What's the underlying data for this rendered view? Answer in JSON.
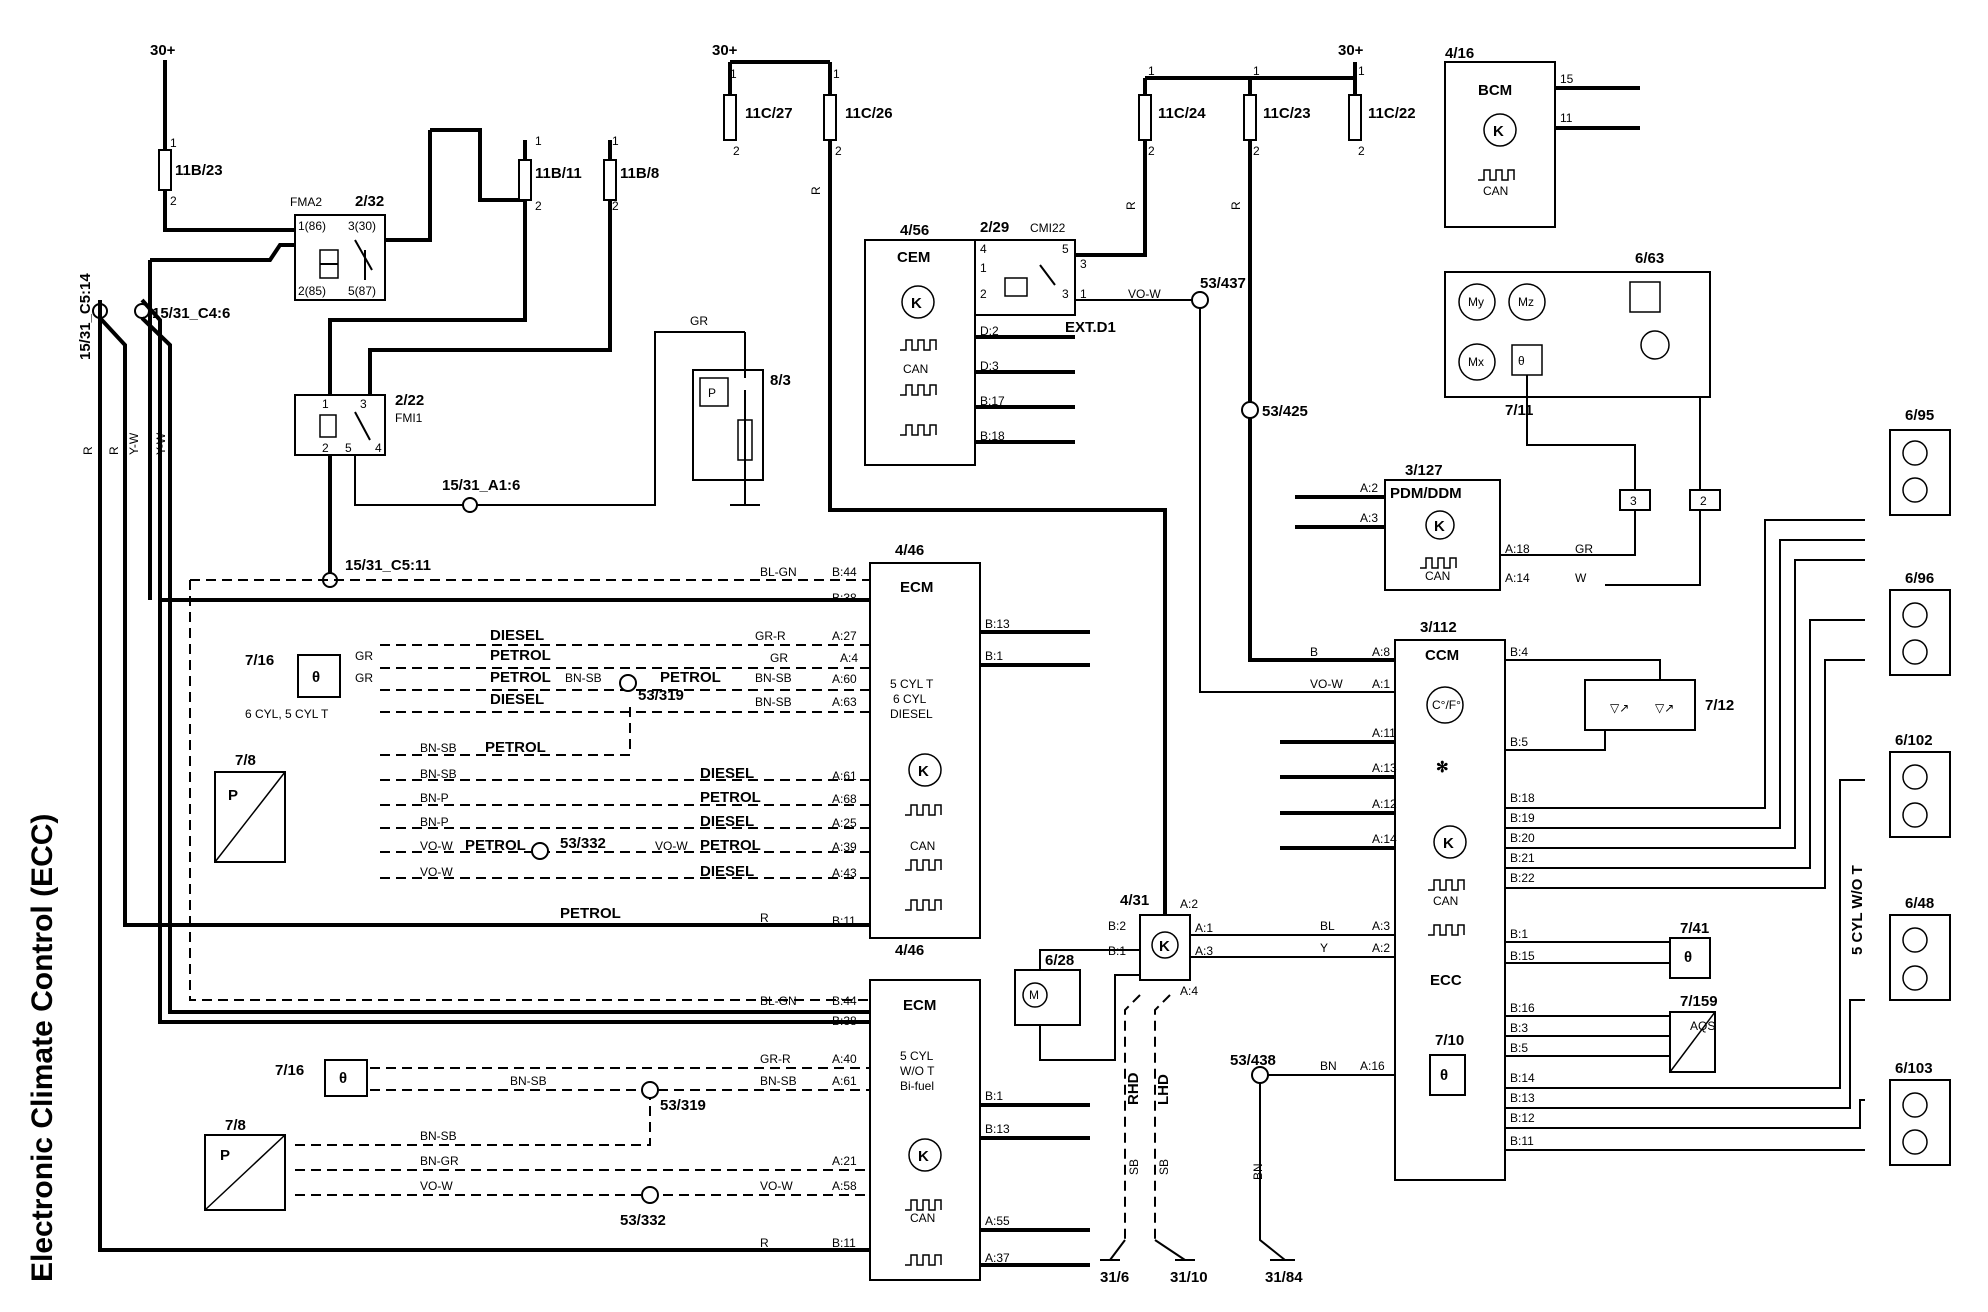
{
  "title": "Electronic Climate Control (ECC)",
  "fuses": [
    {
      "id": "fuse-11b23",
      "name": "11B/23"
    },
    {
      "id": "fuse-11b11",
      "name": "11B/11"
    },
    {
      "id": "fuse-11b8",
      "name": "11B/8"
    },
    {
      "id": "fuse-11c27",
      "name": "11C/27"
    },
    {
      "id": "fuse-11c26",
      "name": "11C/26"
    },
    {
      "id": "fuse-11c24",
      "name": "11C/24"
    },
    {
      "id": "fuse-11c23",
      "name": "11C/23"
    },
    {
      "id": "fuse-11c22",
      "name": "11C/22"
    }
  ],
  "supply": [
    "30+",
    "30+",
    "30+"
  ],
  "relays": {
    "fma2": {
      "code": "FMA2",
      "id": "2/32",
      "pins": [
        "1(86)",
        "3(30)",
        "2(85)",
        "5(87)"
      ]
    },
    "fmi1": {
      "code": "FMI1",
      "id": "2/22",
      "pins": [
        "1",
        "3",
        "2",
        "5",
        "4"
      ]
    },
    "cmi22": {
      "code": "CMI22",
      "id": "2/29",
      "pins": [
        "4",
        "1",
        "2",
        "5",
        "3",
        "3",
        "1"
      ]
    }
  },
  "grounds": {
    "c514_top": "15/31_C5:14",
    "c46": "15/31_C4:6",
    "a16": "15/31_A1:6",
    "c511": "15/31_C5:11",
    "g316": "31/6",
    "g3110": "31/10",
    "g3184": "31/84"
  },
  "modules": {
    "cem": {
      "id": "4/56",
      "name": "CEM",
      "can": "CAN",
      "pins": [
        "D:2",
        "D:3",
        "B:17",
        "B:18"
      ]
    },
    "bcm": {
      "id": "4/16",
      "name": "BCM",
      "can": "CAN",
      "pins": [
        "15",
        "11"
      ]
    },
    "pdm": {
      "id": "3/127",
      "name": "PDM/DDM",
      "can": "CAN",
      "pins": [
        "A:2",
        "A:3",
        "A:18",
        "A:14"
      ],
      "wires": [
        "GR",
        "W"
      ]
    },
    "ecm1": {
      "id": "4/46",
      "name": "ECM",
      "desc": [
        "5 CYL T",
        "6 CYL",
        "DIESEL"
      ],
      "can": "CAN"
    },
    "ecm2": {
      "id": "4/46",
      "name": "ECM",
      "desc": [
        "5 CYL",
        "W/O T",
        "Bi-fuel"
      ],
      "can": "CAN"
    },
    "ccm": {
      "id": "3/112",
      "name": "CCM",
      "temp": "C°/F°",
      "can": "CAN",
      "ecc": "ECC"
    },
    "m431": {
      "id": "4/31",
      "pins": [
        "B:2",
        "B:1",
        "A:2",
        "A:1",
        "A:3",
        "A:4"
      ]
    }
  },
  "components": {
    "c63": "6/63",
    "c711": "7/11",
    "c83": "8/3",
    "c716a": "7/16",
    "c78a": "7/8",
    "c716b": "7/16",
    "c78b": "7/8",
    "c628": "6/28",
    "c712": "7/12",
    "c741": "7/41",
    "c7159": "7/159",
    "c710": "7/10",
    "c695": "6/95",
    "c696": "6/96",
    "c6102": "6/102",
    "c648": "6/48",
    "c6103": "6/103",
    "ext": "EXT.D1",
    "cyl_note": "6 CYL, 5 CYL T",
    "cyl5": "5 CYL W/O T",
    "rhd": "RHD",
    "lhd": "LHD",
    "aqs": "AQS"
  },
  "splices": [
    "53/437",
    "53/425",
    "53/319",
    "53/332",
    "53/319",
    "53/332",
    "53/438"
  ],
  "signals": {
    "diesel": "DIESEL",
    "petrol": "PETROL",
    "vo_w": "VO-W",
    "bn_sb": "BN-SB",
    "bn_p": "BN-P",
    "bn_gr": "BN-GR",
    "bl_gn": "BL-GN",
    "gr_r": "GR-R",
    "gr": "GR",
    "r": "R",
    "y_w": "Y-W",
    "b": "B",
    "bl": "BL",
    "y": "Y",
    "bn": "BN",
    "sb": "SB",
    "w": "W"
  },
  "ecm1_pins": [
    "B:44",
    "B:38",
    "A:27",
    "A:4",
    "A:60",
    "A:63",
    "A:61",
    "A:68",
    "A:25",
    "A:39",
    "A:43",
    "B:11",
    "B:13",
    "B:1"
  ],
  "ecm2_pins": [
    "B:44",
    "B:38",
    "A:40",
    "A:61",
    "A:21",
    "A:58",
    "B:11",
    "B:1",
    "B:13",
    "A:55",
    "A:37"
  ],
  "ccm_left_pins": [
    "B",
    "A:8",
    "VO-W",
    "A:1",
    "A:11",
    "A:13",
    "A:12",
    "A:14",
    "A:3",
    "A:2",
    "A:16"
  ],
  "ccm_right_pins": [
    "B:4",
    "B:5",
    "B:18",
    "B:19",
    "B:20",
    "B:21",
    "B:22",
    "B:1",
    "B:15",
    "B:16",
    "B:3",
    "B:5",
    "B:14",
    "B:13",
    "B:12",
    "B:11"
  ]
}
